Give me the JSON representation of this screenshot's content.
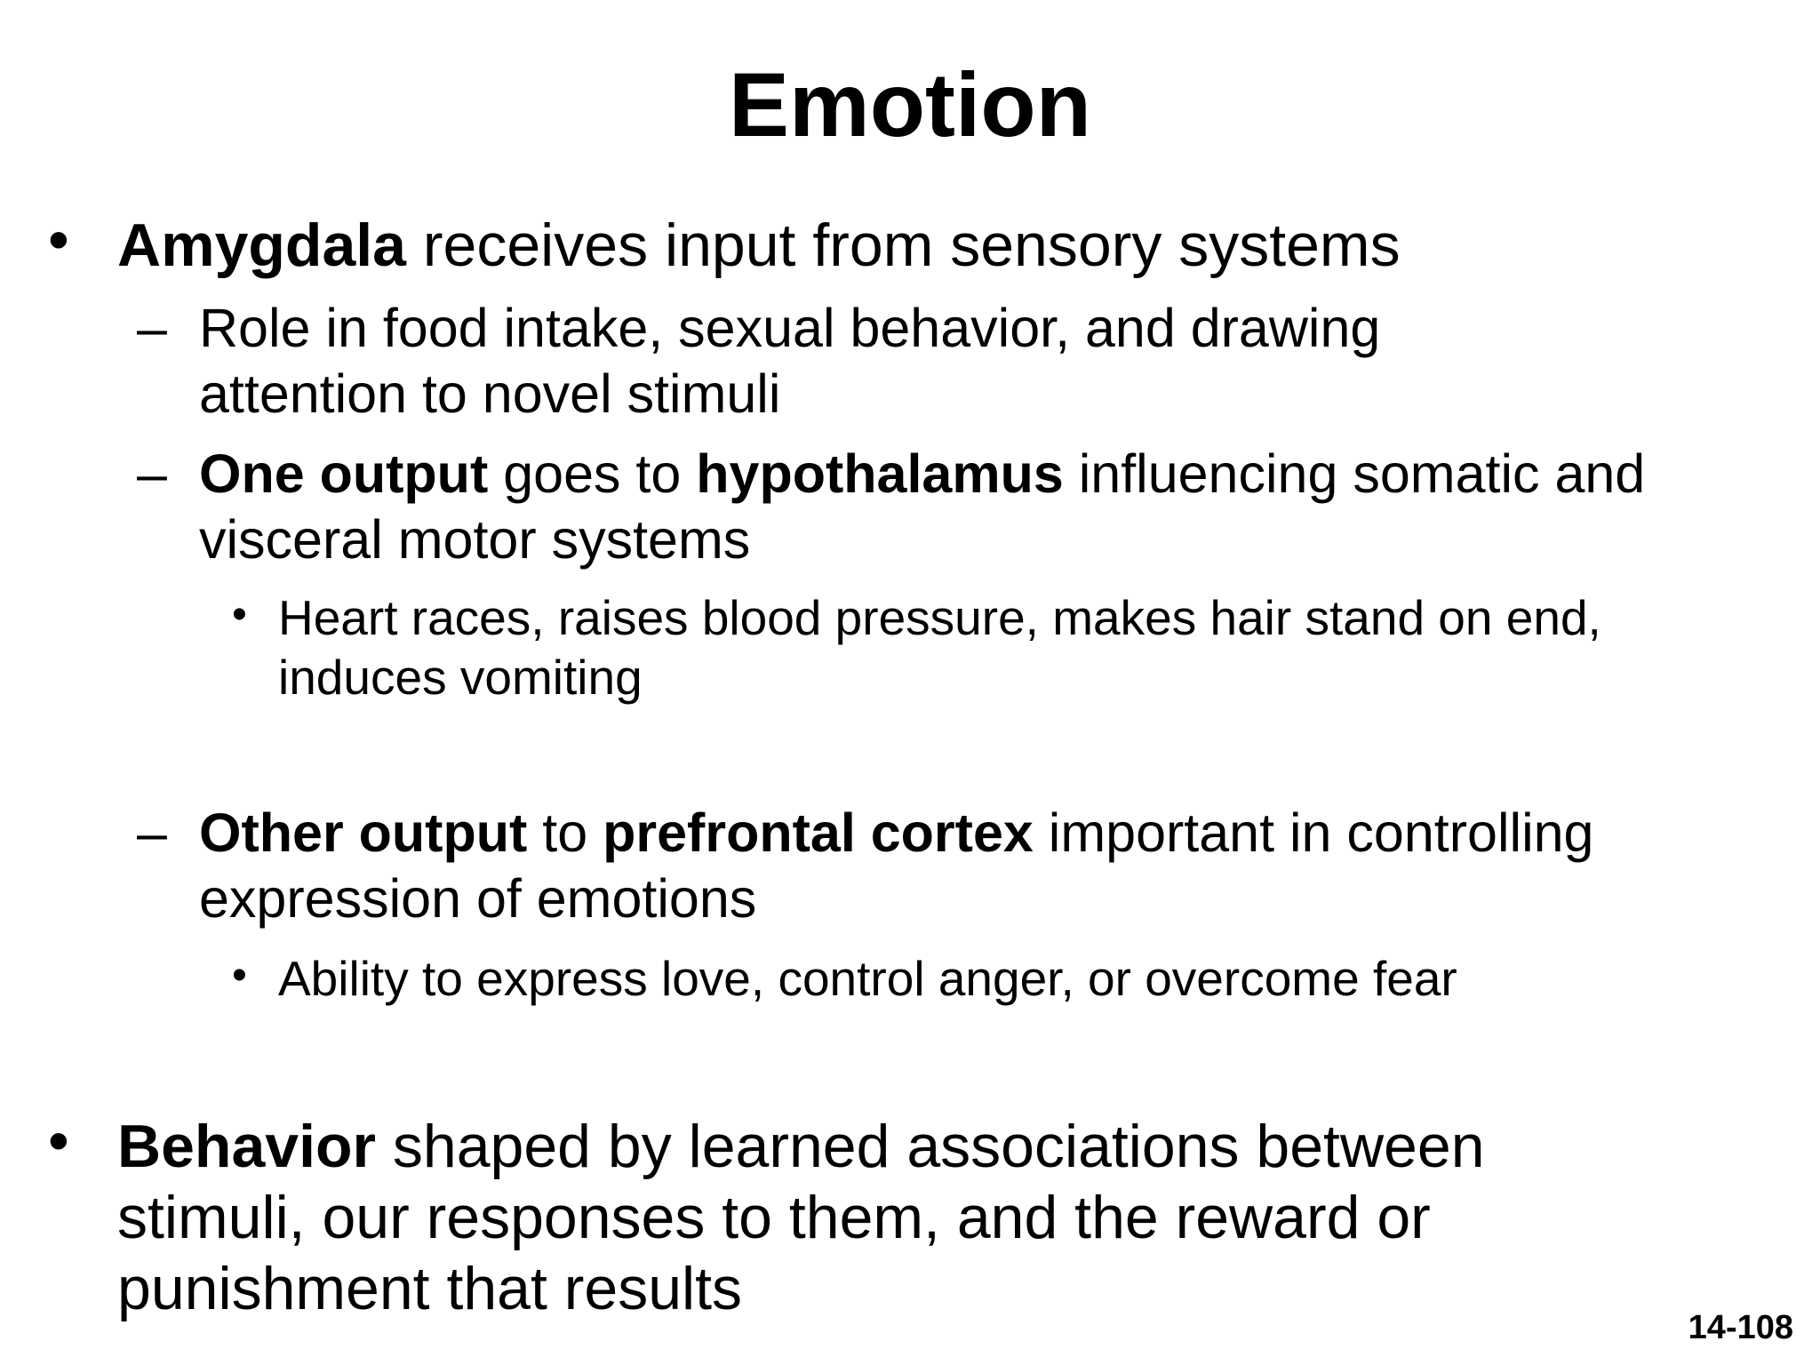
{
  "slide": {
    "title": "Emotion",
    "page_number": "14-108",
    "bullet_glyph": "•",
    "dash_glyph": "–",
    "b1": {
      "bold1": "Amygdala",
      "text1": " receives input from sensory systems"
    },
    "b1_s1": {
      "text1": "Role in food intake, sexual behavior, and drawing attention to novel stimuli"
    },
    "b1_s2": {
      "bold1": "One output",
      "text1": " goes to ",
      "bold2": "hypothalamus",
      "text2": " influencing somatic and visceral motor systems"
    },
    "b1_s2_ss1": {
      "text1": "Heart races, raises blood pressure, makes hair stand on end, induces vomiting"
    },
    "b1_s3": {
      "bold1": "Other output",
      "text1": " to ",
      "bold2": "prefrontal cortex",
      "text2": " important in controlling expression of emotions"
    },
    "b1_s3_ss1": {
      "text1": "Ability to express love, control anger, or overcome fear"
    },
    "b2": {
      "bold1": "Behavior",
      "text1": " shaped by learned associations between stimuli, our responses to them, and the reward or punishment that results"
    }
  }
}
